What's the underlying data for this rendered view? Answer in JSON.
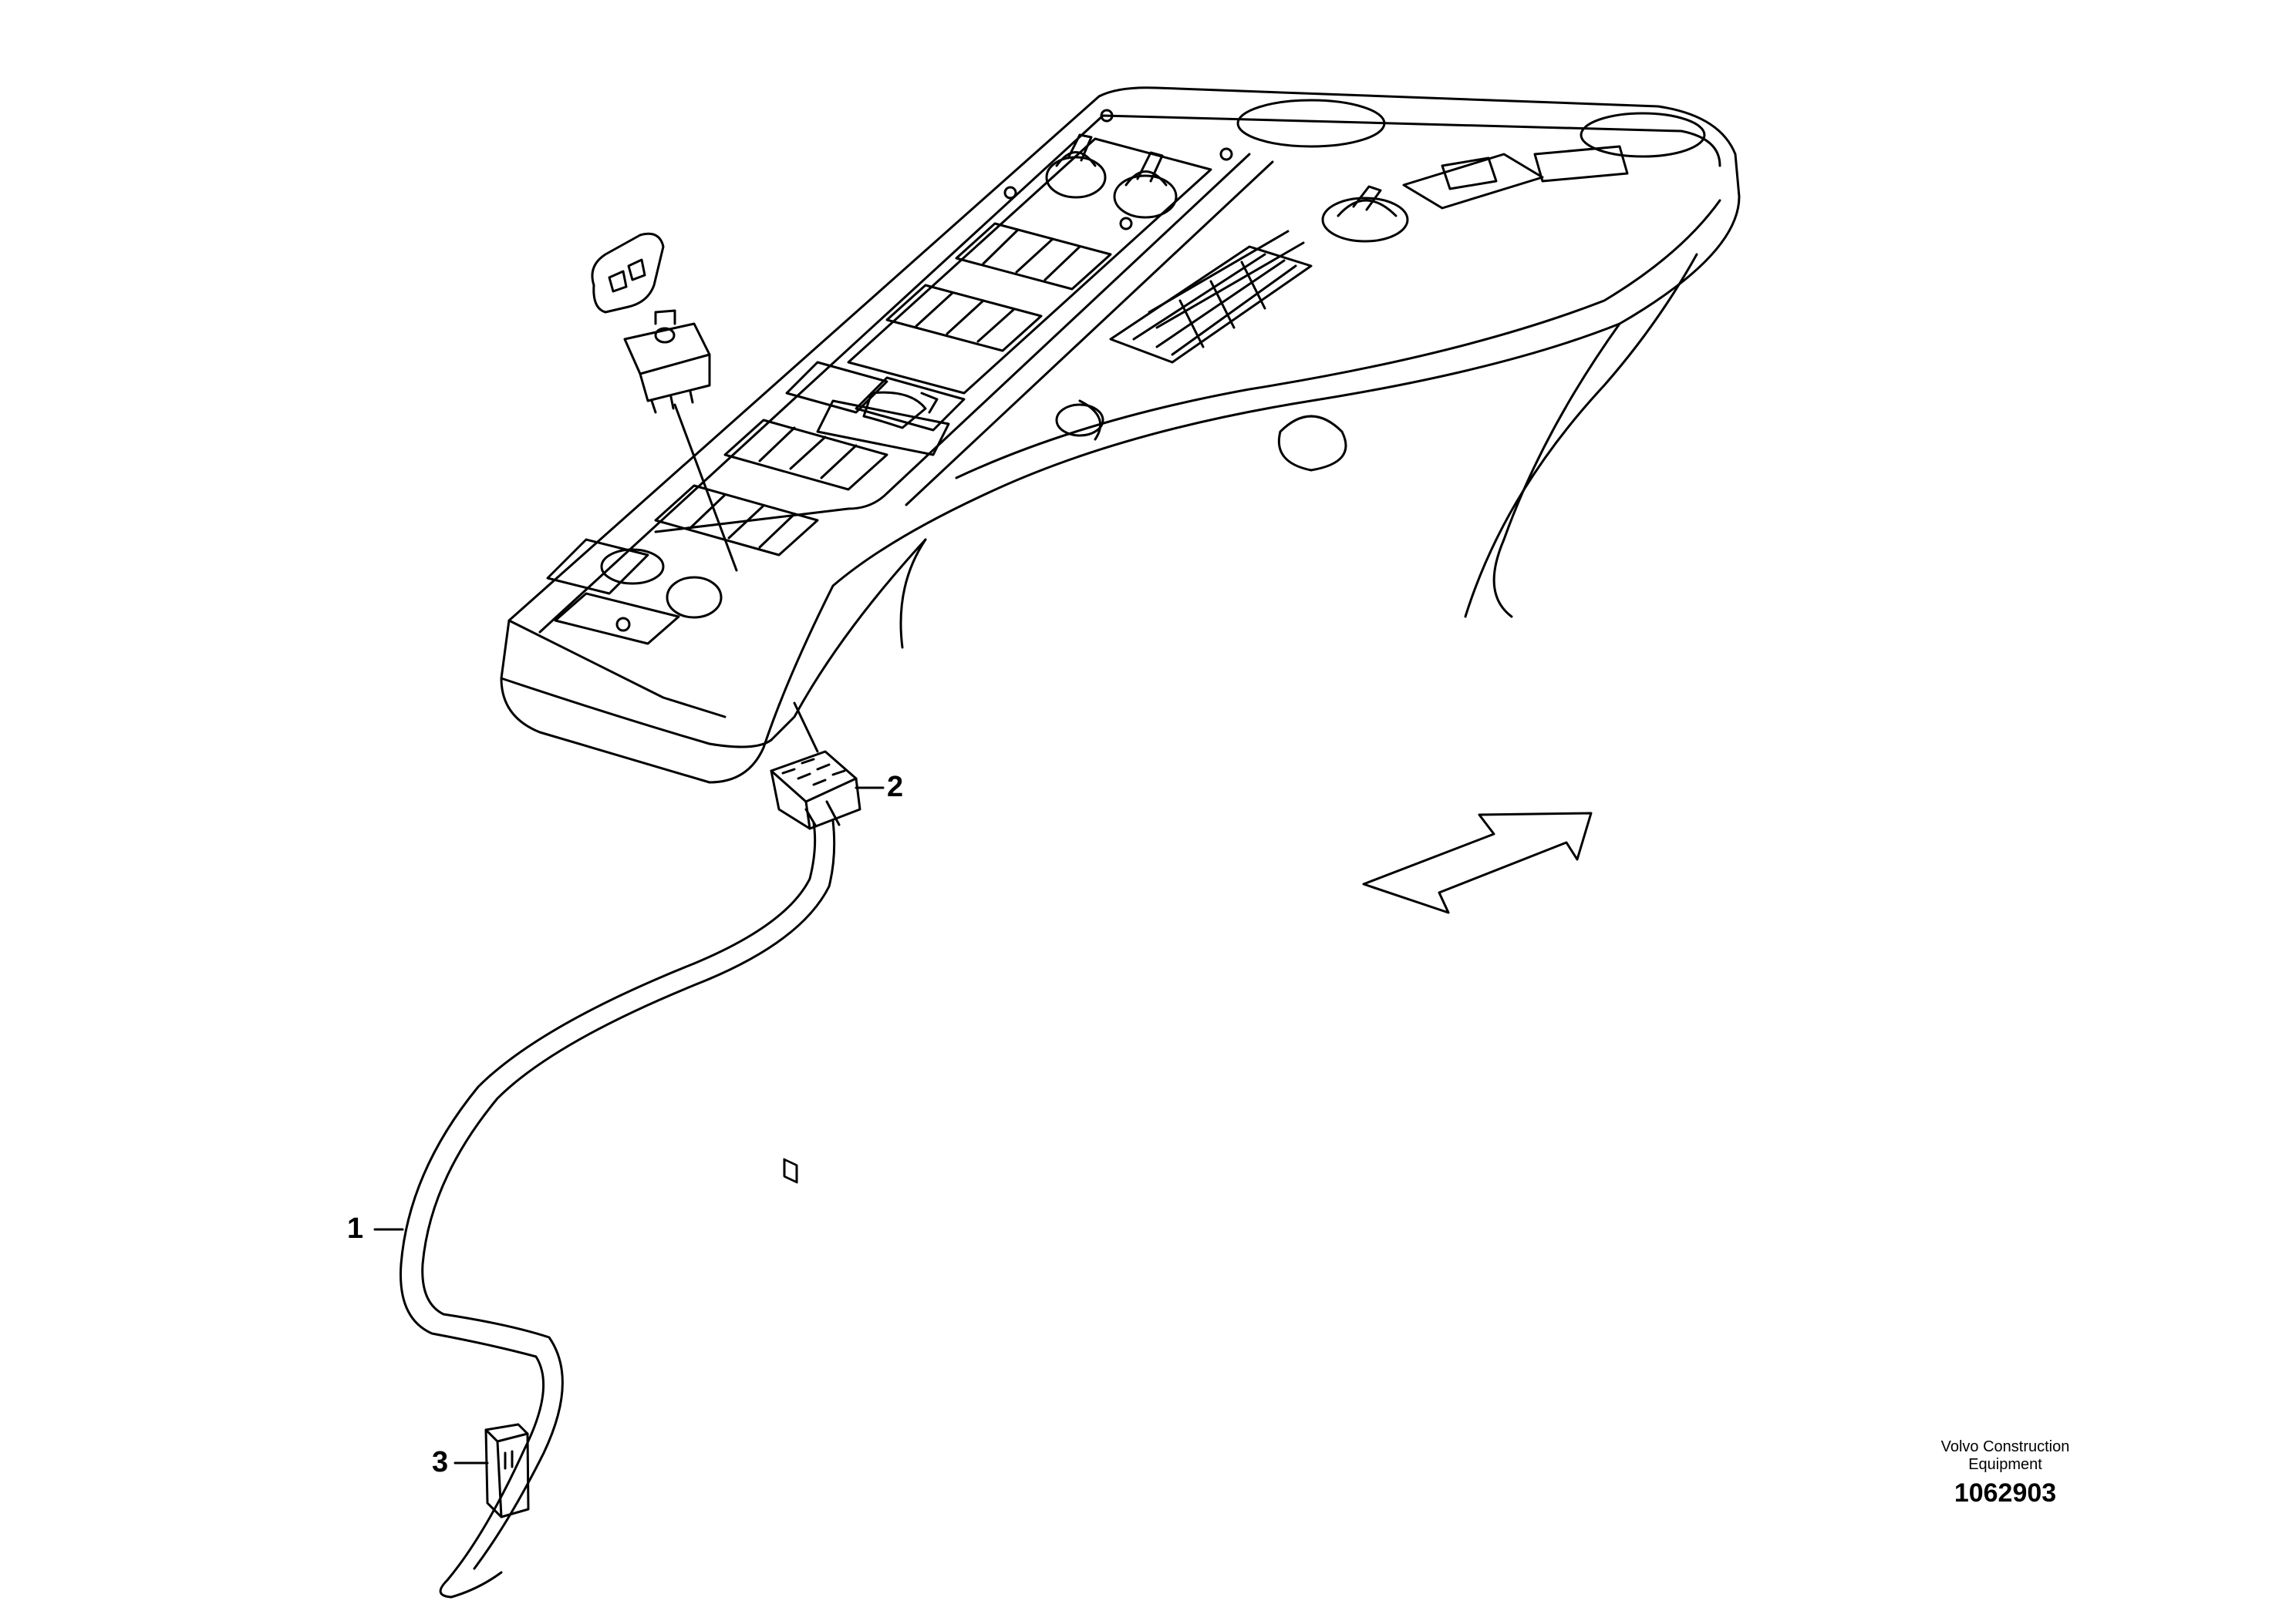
{
  "callouts": [
    {
      "id": "1",
      "label": "1"
    },
    {
      "id": "2",
      "label": "2"
    },
    {
      "id": "3",
      "label": "3"
    }
  ],
  "credit": {
    "company_line1": "Volvo Construction",
    "company_line2": "Equipment",
    "drawing_number": "1062903"
  },
  "icons": [
    "direction-arrow-icon",
    "power-outlet-icon",
    "connector-icon"
  ],
  "colors": {
    "line": "#000000",
    "background": "#ffffff"
  }
}
